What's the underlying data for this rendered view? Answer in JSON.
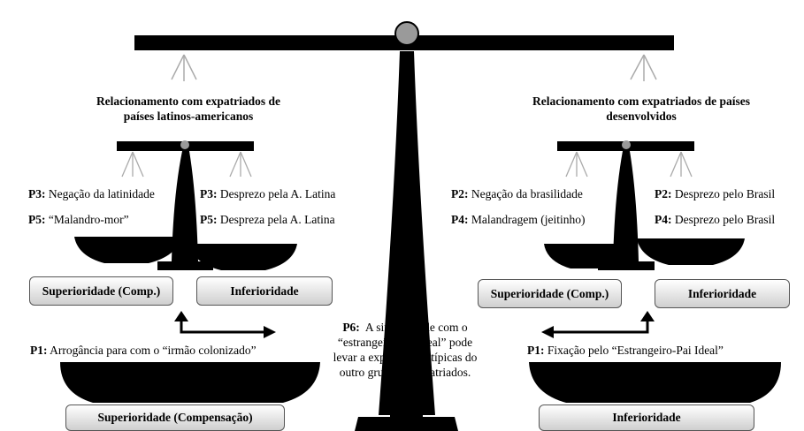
{
  "left_group": {
    "title_line1": "Relacionamento com expatriados de",
    "title_line2": "países latinos-americanos",
    "left_pan_1_code": "P3:",
    "left_pan_1_text": " Negação da latinidade",
    "left_pan_2_code": "P5:",
    "left_pan_2_text": " “Malandro-mor”",
    "right_pan_1_code": "P3:",
    "right_pan_1_text": " Desprezo pela A. Latina",
    "right_pan_2_code": "P5:",
    "right_pan_2_text": " Despreza pela A. Latina",
    "box_left": "Superioridade (Comp.)",
    "box_right": "Inferioridade",
    "bottom_code": "P1:",
    "bottom_text": " Arrogância para com o “irmão colonizado”",
    "bottom_box": "Superioridade (Compensação)"
  },
  "right_group": {
    "title_line1": "Relacionamento com expatriados de países",
    "title_line2": "desenvolvidos",
    "left_pan_1_code": "P2:",
    "left_pan_1_text": " Negação da brasilidade",
    "left_pan_2_code": "P4:",
    "left_pan_2_text": " Malandragem (jeitinho)",
    "right_pan_1_code": "P2:",
    "right_pan_1_text": " Desprezo pelo Brasil",
    "right_pan_2_code": "P4:",
    "right_pan_2_text": " Desprezo pelo Brasil",
    "box_left": "Superioridade (Comp.)",
    "box_right": "Inferioridade",
    "bottom_code": "P1:",
    "bottom_text": " Fixação pelo “Estrangeiro-Pai Ideal”",
    "bottom_box": "Inferioridade"
  },
  "center": {
    "code": "P6:",
    "line1": "  A similaridade com o",
    "line2": "“estrangeiro-pai ideal” pode",
    "line3": "levar a experiências típicas do",
    "line4": "outro grupo de expatriados."
  }
}
